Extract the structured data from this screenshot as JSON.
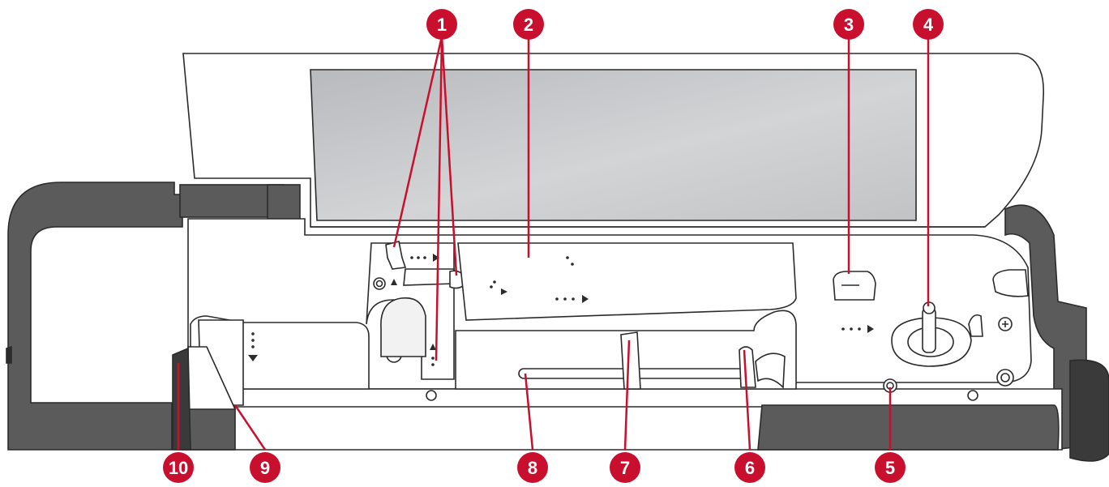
{
  "colors": {
    "callout_red": "#c8102e",
    "leader_red": "#c8102e",
    "machine_outline": "#2b2b2b",
    "handle_gray": "#5b5b5b",
    "cover_glass": "#c9cacc",
    "body_white": "#ffffff"
  },
  "callouts": [
    {
      "id": "1",
      "label": "1"
    },
    {
      "id": "2",
      "label": "2"
    },
    {
      "id": "3",
      "label": "3"
    },
    {
      "id": "4",
      "label": "4"
    },
    {
      "id": "5",
      "label": "5"
    },
    {
      "id": "6",
      "label": "6"
    },
    {
      "id": "7",
      "label": "7"
    },
    {
      "id": "8",
      "label": "8"
    },
    {
      "id": "9",
      "label": "9"
    },
    {
      "id": "10",
      "label": "10"
    }
  ]
}
